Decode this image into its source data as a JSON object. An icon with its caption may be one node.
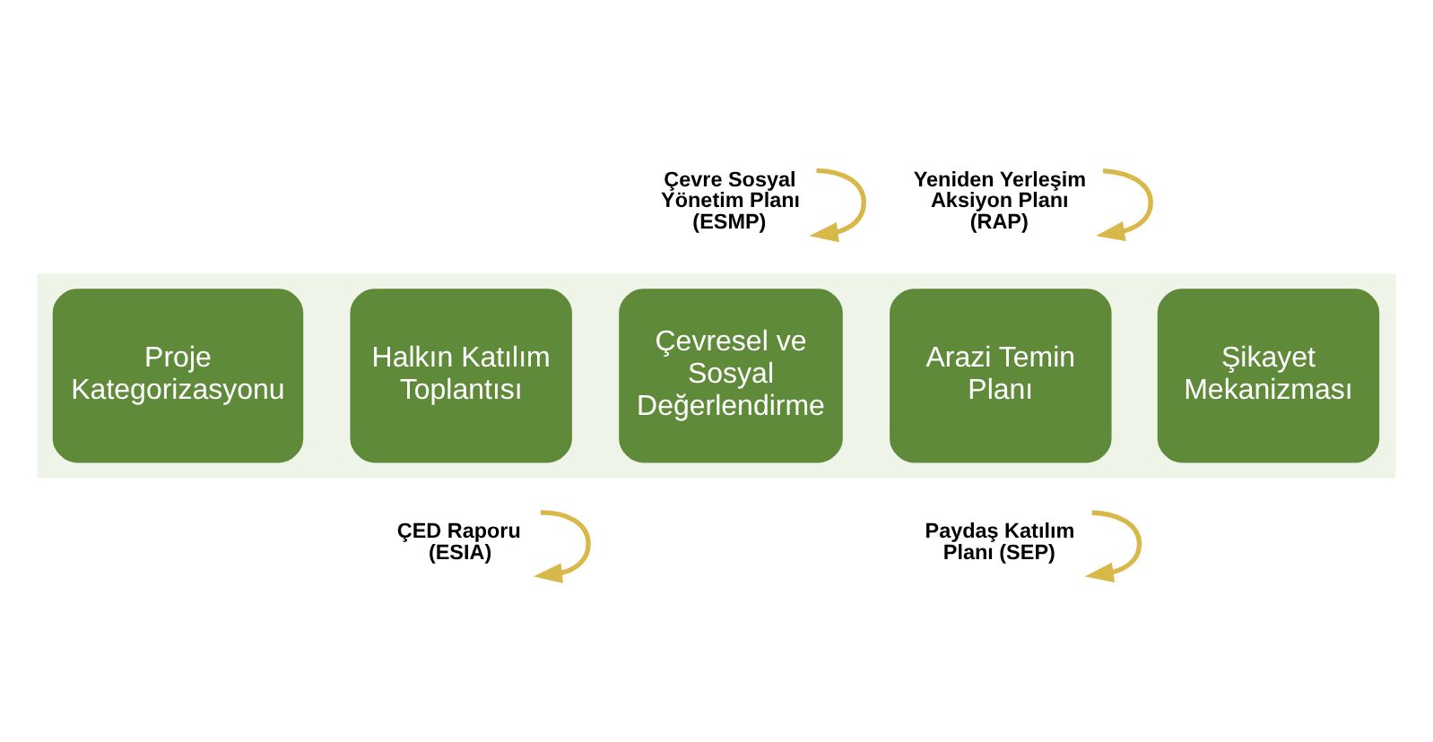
{
  "diagram": {
    "nodes": [
      {
        "text": [
          "Çevre Sosyal Yönetim Planı (ESMP)"
        ]
      },
      {
        "text": [
          "Yeniden Yerleşim Aksiyon Planı (RAP)"
        ]
      },
      {
        "text": [],
        "shape": "arrow"
      },
      {
        "text": [
          "Proje Kategorizasyonu"
        ],
        "in": 2
      },
      {
        "text": [
          "Halkın Katılım Toplantısı"
        ],
        "in": 2
      },
      {
        "text": [
          "Çevresel ve Sosyal Değerlendirme"
        ],
        "in": 2
      },
      {
        "text": [
          "Arazi Temin Planı"
        ],
        "in": 2
      },
      {
        "text": [
          "Şikayet Mekanizması"
        ],
        "in": 2
      },
      {
        "text": [
          "ÇED Raporu (ESIA)"
        ]
      },
      {
        "text": [
          "Paydaş Katılım Planı (SEP)"
        ]
      }
    ],
    "edges": [
      {
        "from": 0,
        "to": 0,
        "arrow": "to"
      },
      {
        "from": 1,
        "to": 1,
        "arrow": "to"
      },
      {
        "from": 8,
        "to": 8,
        "arrow": "to"
      },
      {
        "from": 9,
        "to": 9,
        "arrow": "to"
      }
    ]
  }
}
